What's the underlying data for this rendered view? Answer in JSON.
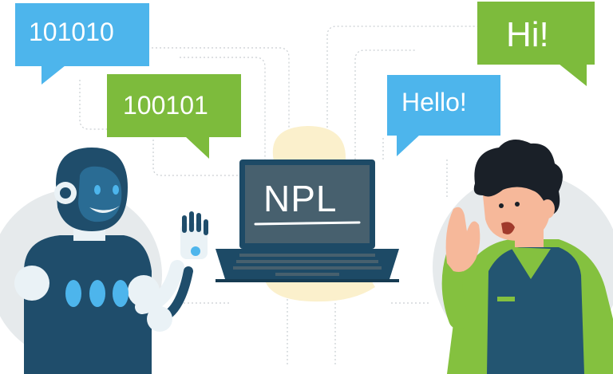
{
  "bubbles": {
    "robot_top": "101010",
    "robot_bottom": "100101",
    "human_left": "Hello!",
    "human_right": "Hi!"
  },
  "laptop": {
    "screen_text": "NPL"
  },
  "colors": {
    "blue_bubble": "#4db5ec",
    "green_bubble": "#7dbb3c",
    "robot_dark": "#1f4d6b",
    "robot_light": "#eaf2f6",
    "laptop_screen": "#47606e",
    "laptop_body": "#1d4a66",
    "human_shirt": "#84c13f",
    "human_vest": "#235571",
    "backdrop_circle": "#e6eaec",
    "yellow_blob": "#fbf0cc"
  }
}
